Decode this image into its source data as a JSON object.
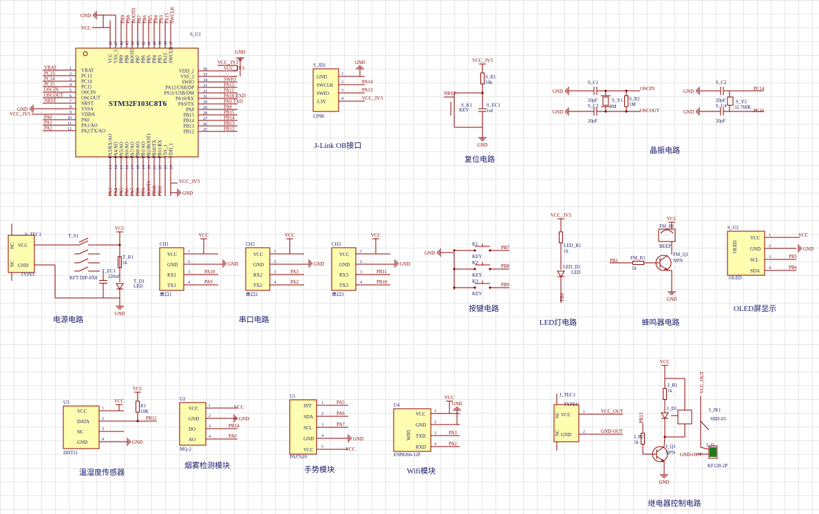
{
  "mcu": {
    "ref": "S_U1",
    "name": "STM32F103C8T6",
    "left_pins": [
      {
        "num": "1",
        "name": "VBAT",
        "net": "VBAT"
      },
      {
        "num": "2",
        "name": "PC13",
        "net": "PC13"
      },
      {
        "num": "3",
        "name": "PC14",
        "net": "PC14"
      },
      {
        "num": "4",
        "name": "PC15",
        "net": "PC15"
      },
      {
        "num": "5",
        "name": "OSCIN",
        "net": "OSCIN"
      },
      {
        "num": "6",
        "name": "OSCOUT",
        "net": "OSCOUT"
      },
      {
        "num": "7",
        "name": "NRST",
        "net": "NRST"
      },
      {
        "num": "8",
        "name": "VSSA",
        "net": "GND"
      },
      {
        "num": "9",
        "name": "VDDA",
        "net": "VCC_3V3"
      },
      {
        "num": "10",
        "name": "PA0",
        "net": "PA0"
      },
      {
        "num": "11",
        "name": "PA1/AO",
        "net": "PA1"
      },
      {
        "num": "12",
        "name": "PA2/TX/AO",
        "net": "PA2"
      }
    ],
    "right_pins": [
      {
        "num": "36",
        "name": "VDD_2",
        "net": "VCC_3V3"
      },
      {
        "num": "35",
        "name": "VSS_2",
        "net": ""
      },
      {
        "num": "34",
        "name": "SWIO",
        "net": "SWIO"
      },
      {
        "num": "33",
        "name": "PA12/USB/DP",
        "net": "PA12"
      },
      {
        "num": "32",
        "name": "PA11/USB/DM",
        "net": "PA11"
      },
      {
        "num": "31",
        "name": "PA10/RX",
        "net": "PA10 RXD"
      },
      {
        "num": "30",
        "name": "PA9/TX",
        "net": "PA9 TXD"
      },
      {
        "num": "29",
        "name": "PA8",
        "net": "PA8"
      },
      {
        "num": "28",
        "name": "PB15",
        "net": "PB15"
      },
      {
        "num": "27",
        "name": "PB14",
        "net": "PB14"
      },
      {
        "num": "26",
        "name": "PB13",
        "net": "PB13"
      },
      {
        "num": "25",
        "name": "PB12",
        "net": "PB12"
      }
    ],
    "top_pins": [
      {
        "num": "48",
        "name": "VCC"
      },
      {
        "num": "47",
        "name": "VSS_3"
      },
      {
        "num": "46",
        "name": "PB9"
      },
      {
        "num": "45",
        "name": "PB8"
      },
      {
        "num": "44",
        "name": "BOOT0"
      },
      {
        "num": "43",
        "name": "PB7"
      },
      {
        "num": "42",
        "name": "PB6"
      },
      {
        "num": "41",
        "name": "PB5"
      },
      {
        "num": "40",
        "name": "PB4"
      },
      {
        "num": "39",
        "name": "PB3"
      },
      {
        "num": "38",
        "name": "PA15"
      },
      {
        "num": "37",
        "name": "SWCLK"
      }
    ],
    "top_nets": [
      "PB9",
      "PB8",
      "BOOT0",
      "PB7",
      "PB6",
      "PB5",
      "PB4",
      "PB3",
      "PA15",
      "SWCLK"
    ],
    "bottom_pins": [
      {
        "num": "13",
        "name": "PA3/RX/AO"
      },
      {
        "num": "14",
        "name": "PA4/AO"
      },
      {
        "num": "15",
        "name": "PA5/AO"
      },
      {
        "num": "16",
        "name": "PA6/AO"
      },
      {
        "num": "17",
        "name": "PA7/AO"
      },
      {
        "num": "18",
        "name": "PB0/AO"
      },
      {
        "num": "19",
        "name": "PB1/AO"
      },
      {
        "num": "20",
        "name": "PB2/BOOT1"
      },
      {
        "num": "21",
        "name": "PB10/TX"
      },
      {
        "num": "22",
        "name": "PB11/RX"
      },
      {
        "num": "23",
        "name": "VSS_1"
      },
      {
        "num": "24",
        "name": "VDD_1"
      }
    ],
    "bottom_nets": [
      "PA3",
      "PA4",
      "PA5",
      "PA6",
      "PA7",
      "PB0",
      "PB1",
      "BOOT1",
      "PB10",
      "PB11"
    ],
    "gnd": "GND",
    "vcc": "VCC",
    "vcc3v3": "VCC_3V3",
    "gnd_label": "GND"
  },
  "jlink": {
    "ref": "S_JD1",
    "pins": [
      "GND",
      "SWCLK",
      "SWIO",
      "3.3V"
    ],
    "nums": [
      "1",
      "2",
      "3",
      "4"
    ],
    "nets": [
      "",
      "PA14",
      "PA13",
      "VCC_3V3"
    ],
    "name": "LINK",
    "gnd": "GND",
    "caption": "J-Link OB接口"
  },
  "reset": {
    "vcc": "VCC_3V3",
    "r_ref": "S_R1",
    "r_val": "10k",
    "k_ref": "S_K1",
    "k_val": "KEY",
    "c_ref": "S_EC1",
    "c_val": "1uf",
    "net": "NRST",
    "gnd": "GND",
    "caption": "复位电路"
  },
  "crystal": {
    "c1": {
      "ref": "S_C1",
      "val": "20pF"
    },
    "c3": {
      "ref": "S_C3",
      "val": "20pF"
    },
    "y1": {
      "ref": "S_Y1",
      "val": "8M"
    },
    "r2": {
      "ref": "S_R2",
      "val": "1M"
    },
    "net_in": "OSCIN",
    "net_out": "OSCOUT",
    "c2": {
      "ref": "S_C2",
      "val": "20pF"
    },
    "c4": {
      "ref": "S_C4",
      "val": "20pF"
    },
    "y2": {
      "ref": "S_Y2",
      "val": "32.768K"
    },
    "net14": "PC14",
    "net15": "PC15",
    "gnd": "GND",
    "caption": "晶振电路"
  },
  "power": {
    "tec_ref": "S_TEC1",
    "tec_pins": [
      "VCC",
      "GND"
    ],
    "tec_side": [
      "NC",
      "NC"
    ],
    "tec_name": "TYPEC",
    "sw_ref": "T_S1",
    "sw_name": "KFT DIP-8X8",
    "vcc": "VCC",
    "r_ref": "T_R1",
    "r_val": "1k",
    "c_ref": "T_EC1",
    "c_val": "220uf",
    "d_ref": "T_D1",
    "d_val": "LED",
    "gnd": "GND",
    "caption": "电源电路"
  },
  "serial": [
    {
      "ref": "CH1",
      "pins": [
        "VCC",
        "GND",
        "RX1",
        "TX1"
      ],
      "nets": [
        "VCC",
        "GND",
        "PA10",
        "PA9"
      ],
      "name": "串口1"
    },
    {
      "ref": "CH2",
      "pins": [
        "VCC",
        "GND",
        "RX2",
        "TX2"
      ],
      "nets": [
        "VCC",
        "GND",
        "PA3",
        "PA2"
      ],
      "name": "串口2"
    },
    {
      "ref": "CH3",
      "pins": [
        "VCC",
        "GND",
        "RX3",
        "TX3"
      ],
      "nets": [
        "VCC",
        "GND",
        "PB11",
        "PB10"
      ],
      "name": "串口3"
    }
  ],
  "serial_caption": "串口电路",
  "keys": {
    "gnd": "GND",
    "items": [
      {
        "ref": "K1",
        "val": "KEY",
        "net": "PB7"
      },
      {
        "ref": "K2",
        "val": "KEY",
        "net": "PB8"
      },
      {
        "ref": "K3",
        "val": "KEY",
        "net": "PB9"
      }
    ],
    "caption": "按键电路"
  },
  "led": {
    "vcc": "VCC_3V3",
    "r_ref": "LED_R1",
    "r_val": "1k",
    "d_ref": "LED_D1",
    "d_val": "LED",
    "net": "PB0",
    "caption": "LED灯电路"
  },
  "buzzer": {
    "vcc": "VCC",
    "b_ref": "FM_B1",
    "b_val": "BEEP",
    "q_ref": "FM_Q1",
    "q_val": "NPN",
    "r_ref": "FM_R1",
    "r_val": "1k",
    "net": "PB1",
    "gnd": "GND",
    "caption": "蜂鸣器电路"
  },
  "oled": {
    "ref": "S_U2",
    "label": "OLED",
    "pins": [
      "VCC",
      "GND",
      "SCL",
      "SDA"
    ],
    "nums": [
      "1",
      "2",
      "3",
      "4"
    ],
    "nets": [
      "VCC",
      "GND",
      "PB5",
      "PB6"
    ],
    "caption": "OLED屏显示"
  },
  "dht": {
    "ref": "U3",
    "pins": [
      "VCC",
      "DATA",
      "NC",
      "GND"
    ],
    "nums": [
      "1",
      "2",
      "3",
      "4"
    ],
    "name": "DHT11",
    "vcc": "VCC",
    "r_ref": "R1",
    "r_val": "10K",
    "net": "PB12",
    "gnd": "GND",
    "caption": "温湿度传感器"
  },
  "mq2": {
    "ref": "U2",
    "pins": [
      "VCC",
      "GND",
      "DO",
      "AO"
    ],
    "nums": [
      "1",
      "2",
      "3",
      "4"
    ],
    "nets": [
      "VCC",
      "GND",
      "PB14",
      "PA0"
    ],
    "name": "MQ-2",
    "caption": "烟雾检测模块"
  },
  "paj": {
    "ref": "U1",
    "pins": [
      "INT",
      "SDA",
      "SCL",
      "GND",
      "VCC"
    ],
    "nums": [
      "1",
      "2",
      "3",
      "4",
      "5"
    ],
    "nets": [
      "PA5",
      "PA6",
      "PA7",
      "GND",
      "VCC"
    ],
    "name": "PAJ7620",
    "caption": "手势模块"
  },
  "wifi": {
    "ref": "U4",
    "pins": [
      "VCC",
      "GND",
      "TXD",
      "RXD"
    ],
    "nums": [
      "1",
      "2",
      "3",
      "4"
    ],
    "nets": [
      "VCC",
      "GND",
      "PA3",
      "PA2"
    ],
    "label": "WIFI",
    "name": "ESP8266-12F",
    "caption": "Wifi模块"
  },
  "relay": {
    "tec_ref": "J_TEC1",
    "tec_name": "TYPEC",
    "tec_pins": [
      "VCC",
      "GND"
    ],
    "tec_side": [
      "NC",
      "NC"
    ],
    "nets": [
      "VCC_OUT",
      "GND-OUT"
    ],
    "vcc": "VCC",
    "r1_ref": "J_R1",
    "r1_val": "1k",
    "d_ref": "J_D1",
    "jk_ref": "J_JK1",
    "jk_val": "SRD-05",
    "r2_ref": "J_R2",
    "r2_val": "1k",
    "q_ref": "J_Q1",
    "q_val": "NPN",
    "pb": "PB13",
    "vcc_out": "VCC_OUT",
    "j1_ref": "J_J1",
    "j1_val": "KF128-2P",
    "gnd_out": "GND-OUT",
    "gnd": "GND",
    "caption": "继电器控制电路"
  }
}
